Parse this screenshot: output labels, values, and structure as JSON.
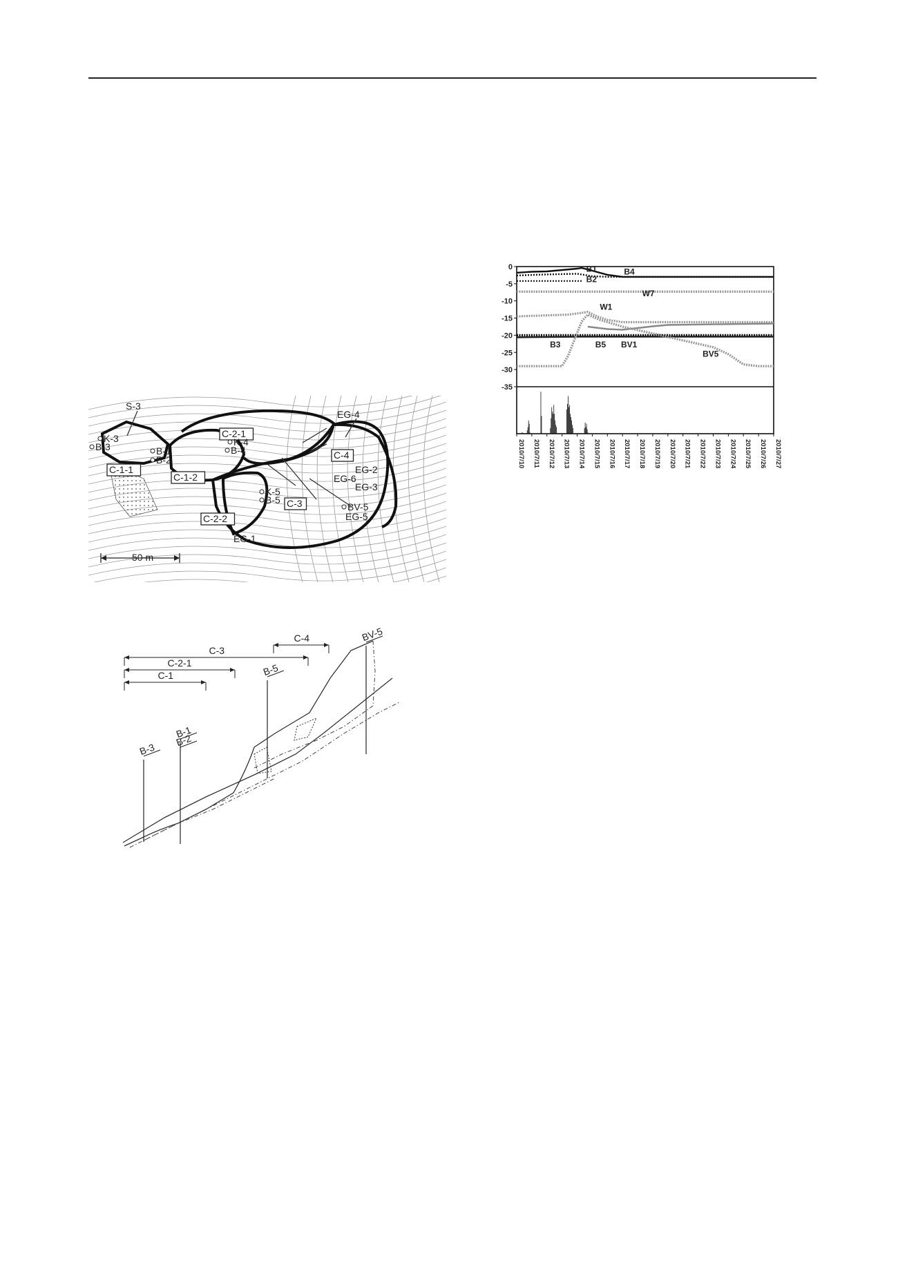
{
  "map": {
    "scale_label": "50 m",
    "zones": [
      "C-1-1",
      "C-1-2",
      "C-2-1",
      "C-2-2",
      "C-3",
      "C-4"
    ],
    "points": [
      "S-3",
      "K-3",
      "B-3",
      "B-1",
      "B-2",
      "K-4",
      "B-4",
      "K-5",
      "B-5",
      "EG-1",
      "EG-2",
      "EG-3",
      "EG-4",
      "EG-5",
      "EG-6",
      "BV-5"
    ]
  },
  "section": {
    "spans": [
      "C-3",
      "C-2-1",
      "C-1",
      "C-4"
    ],
    "boreholes": [
      "BV-5",
      "B-5",
      "B-1",
      "B-2",
      "B-3"
    ]
  },
  "chart_data": {
    "type": "line",
    "yticks": [
      "0",
      "-5",
      "-10",
      "-15",
      "-20",
      "-25",
      "-30",
      "-35"
    ],
    "xticks": [
      "2010/7/10",
      "2010/7/11",
      "2010/7/12",
      "2010/7/13",
      "2010/7/14",
      "2010/7/15",
      "2010/7/16",
      "2010/7/17",
      "2010/7/18",
      "2010/7/19",
      "2010/7/20",
      "2010/7/21",
      "2010/7/22",
      "2010/7/23",
      "2010/7/24",
      "2010/7/25",
      "2010/7/26",
      "2010/7/27"
    ],
    "ylim": [
      -35,
      0
    ],
    "series": [
      {
        "name": "B1",
        "points": [
          [
            0,
            -1.8
          ],
          [
            1,
            -1.5
          ],
          [
            2,
            -1.4
          ],
          [
            3,
            -1.0
          ],
          [
            4,
            -0.6
          ],
          [
            4.3,
            -0.4
          ],
          [
            5,
            -1.2
          ],
          [
            6,
            -2.4
          ],
          [
            7,
            -3.0
          ],
          [
            17,
            -3.0
          ]
        ]
      },
      {
        "name": "B4",
        "points": [
          [
            0,
            -2.6
          ],
          [
            2,
            -2.3
          ],
          [
            4,
            -2.1
          ],
          [
            5,
            -2.8
          ],
          [
            6,
            -3.0
          ],
          [
            17,
            -3.0
          ]
        ]
      },
      {
        "name": "B2",
        "points": [
          [
            0,
            -4.2
          ],
          [
            4.3,
            -4.2
          ]
        ]
      },
      {
        "name": "W7",
        "points": [
          [
            0,
            -7.3
          ],
          [
            4.3,
            -7.3
          ],
          [
            4.7,
            -7.3
          ],
          [
            17,
            -7.3
          ]
        ]
      },
      {
        "name": "W1",
        "points": [
          [
            0,
            -14.5
          ],
          [
            3.4,
            -14
          ],
          [
            4.3,
            -13.5
          ],
          [
            4.7,
            -13.2
          ],
          [
            5.3,
            -14.5
          ],
          [
            6,
            -15.5
          ],
          [
            7,
            -16.2
          ],
          [
            17,
            -16.2
          ]
        ]
      },
      {
        "name": "B3",
        "points": [
          [
            0,
            -20
          ],
          [
            4.3,
            -20
          ],
          [
            4.7,
            -20
          ],
          [
            17,
            -20
          ]
        ]
      },
      {
        "name": "B5",
        "points": [
          [
            0,
            -20.6
          ],
          [
            4.3,
            -20.4
          ],
          [
            4.7,
            -20.4
          ],
          [
            17,
            -20.4
          ]
        ]
      },
      {
        "name": "BV1",
        "points": [
          [
            4.7,
            -17.5
          ],
          [
            6,
            -18.2
          ],
          [
            7,
            -18.4
          ],
          [
            9,
            -17.4
          ],
          [
            10,
            -17
          ],
          [
            17,
            -16.6
          ]
        ]
      },
      {
        "name": "BV5",
        "points": [
          [
            0,
            -29
          ],
          [
            3,
            -29
          ],
          [
            3.4,
            -26
          ],
          [
            3.8,
            -21.5
          ],
          [
            4.3,
            -16
          ],
          [
            4.7,
            -14
          ],
          [
            5.5,
            -15.5
          ],
          [
            7,
            -17.5
          ],
          [
            9,
            -19.5
          ],
          [
            11,
            -21.5
          ],
          [
            13,
            -23.5
          ],
          [
            14,
            -25.5
          ],
          [
            15,
            -28.5
          ],
          [
            16,
            -29
          ],
          [
            17,
            -29
          ]
        ]
      }
    ],
    "rain": [
      0,
      0,
      0,
      0,
      1,
      1,
      0,
      0,
      0,
      0,
      0,
      0,
      3,
      6,
      12,
      9,
      1,
      0,
      0,
      0,
      0,
      0,
      0,
      0,
      0,
      0,
      0,
      0,
      0,
      0,
      0,
      0,
      38,
      16,
      0,
      0,
      0,
      0,
      0,
      0,
      0,
      0,
      0,
      0,
      0,
      0,
      5,
      14,
      24,
      20,
      18,
      26,
      18,
      12,
      8,
      6,
      0,
      0,
      0,
      0,
      0,
      0,
      0,
      0,
      0,
      0,
      0,
      0,
      0,
      0,
      22,
      27,
      34,
      24,
      26,
      18,
      15,
      12,
      8,
      5,
      0,
      0,
      0,
      0,
      0,
      0,
      0,
      0,
      0,
      0,
      0,
      0,
      0,
      0,
      0,
      0,
      5,
      10,
      6,
      9,
      4,
      1
    ]
  }
}
